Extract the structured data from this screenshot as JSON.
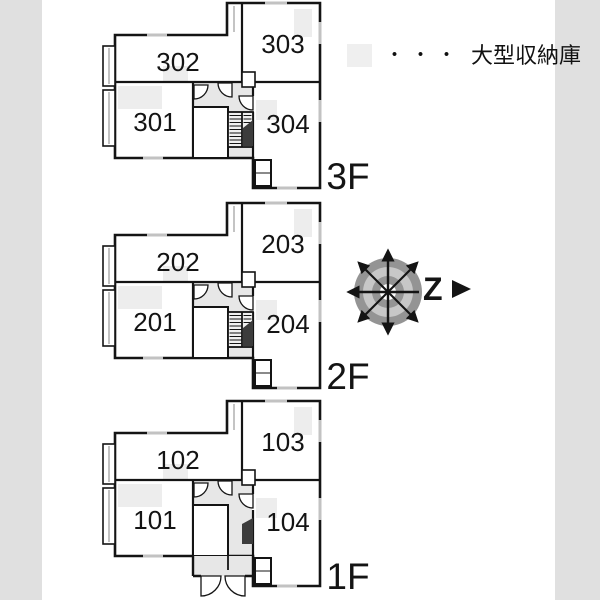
{
  "legend": {
    "swatch_style": "background:#efefef",
    "dots": "・・・",
    "label": "大型収納庫"
  },
  "compass": {
    "north_letter": "Z"
  },
  "floors": [
    {
      "name": "3F",
      "rooms": {
        "top_left": "302",
        "top_right": "303",
        "bottom_left": "301",
        "bottom_right": "304"
      }
    },
    {
      "name": "2F",
      "rooms": {
        "top_left": "202",
        "top_right": "203",
        "bottom_left": "201",
        "bottom_right": "204"
      }
    },
    {
      "name": "1F",
      "rooms": {
        "top_left": "102",
        "top_right": "103",
        "bottom_left": "101",
        "bottom_right": "104"
      }
    }
  ],
  "colors": {
    "wall": "#141414",
    "hall_fill": "#e7e7e7",
    "storage_fill": "#ededed",
    "stair_dark": "#3c3c3c",
    "matte": "#e0e0e0",
    "compass_outer": "#949494",
    "compass_mid": "#c7c7c7"
  }
}
